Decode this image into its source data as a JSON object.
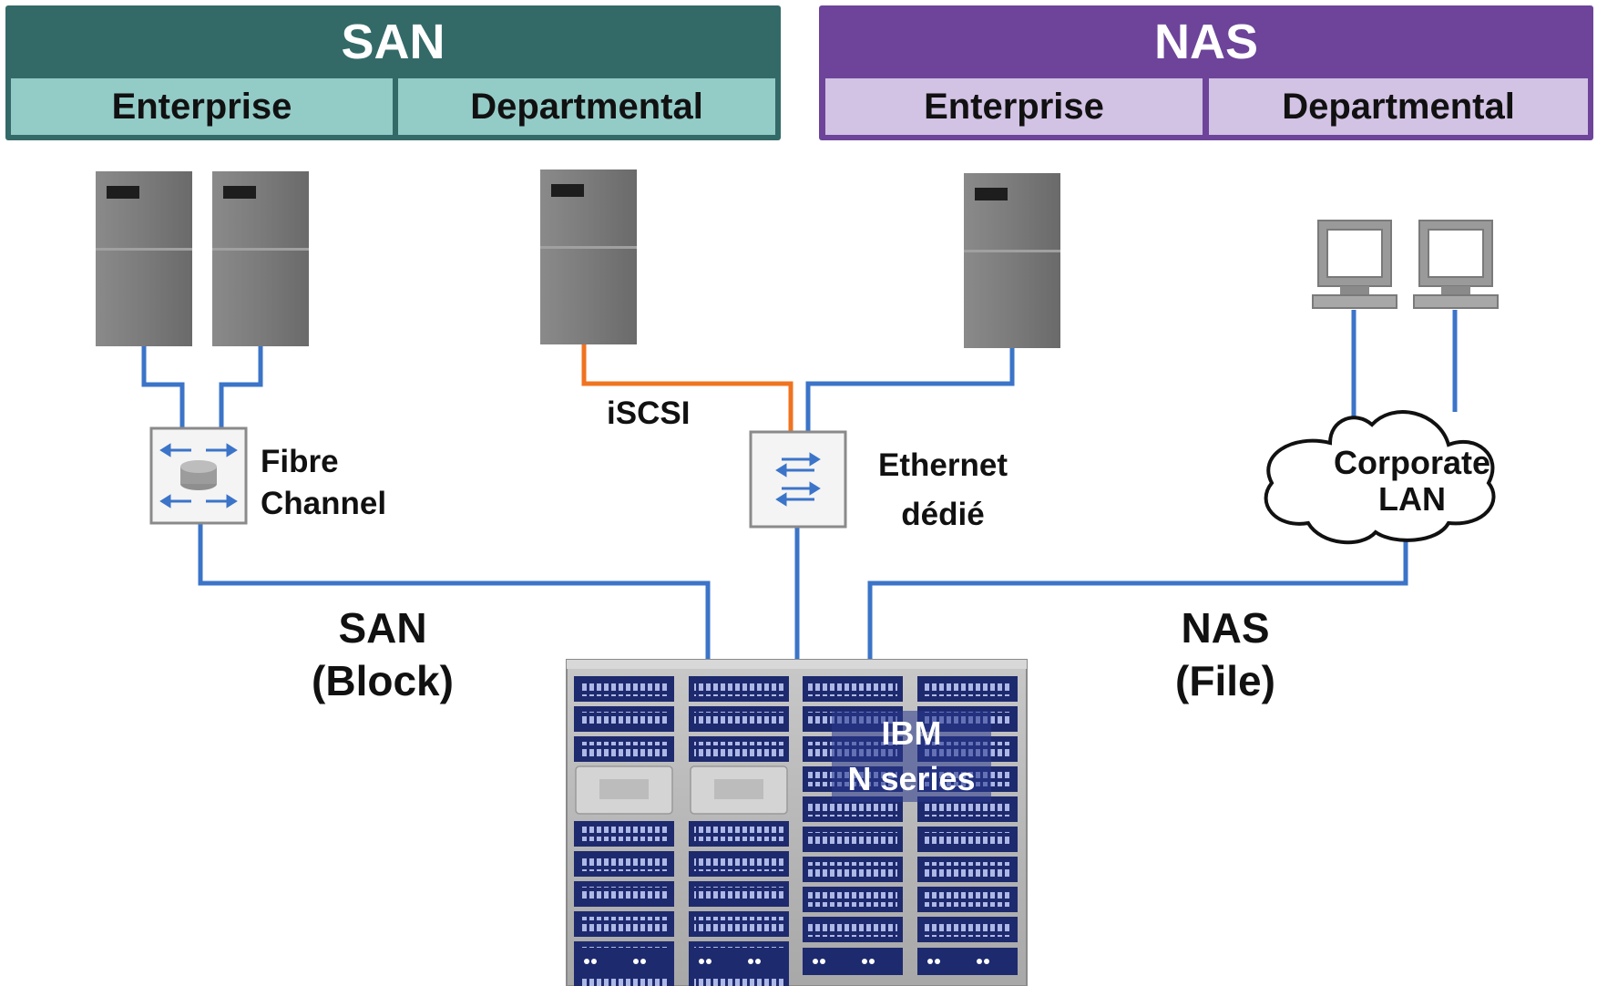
{
  "san_header": {
    "title": "SAN",
    "left": "Enterprise",
    "right": "Departmental"
  },
  "nas_header": {
    "title": "NAS",
    "left": "Enterprise",
    "right": "Departmental"
  },
  "fibre_channel": {
    "line1": "Fibre",
    "line2": "Channel"
  },
  "iscsi": "iSCSI",
  "ethernet": {
    "line1": "Ethernet",
    "line2": "dédié"
  },
  "cloud": {
    "line1": "Corporate",
    "line2": "LAN"
  },
  "san_protocol": {
    "line1": "SAN",
    "line2": "(Block)"
  },
  "nas_protocol": {
    "line1": "NAS",
    "line2": "(File)"
  },
  "storage": {
    "line1": "IBM",
    "line2": "N series"
  },
  "colors": {
    "san_dark": "#336a68",
    "san_light": "#93cbc7",
    "nas_dark": "#6d4499",
    "nas_light": "#d2c2e4",
    "link_blue": "#3b74c8",
    "link_orange": "#f07320",
    "server_gray": "#7a7a7a",
    "rack_navy": "#1e2a6e"
  },
  "icons": [
    "server-icon",
    "fibre-channel-switch-icon",
    "ethernet-switch-icon",
    "desktop-computer-icon",
    "cloud-icon",
    "storage-rack-icon"
  ]
}
